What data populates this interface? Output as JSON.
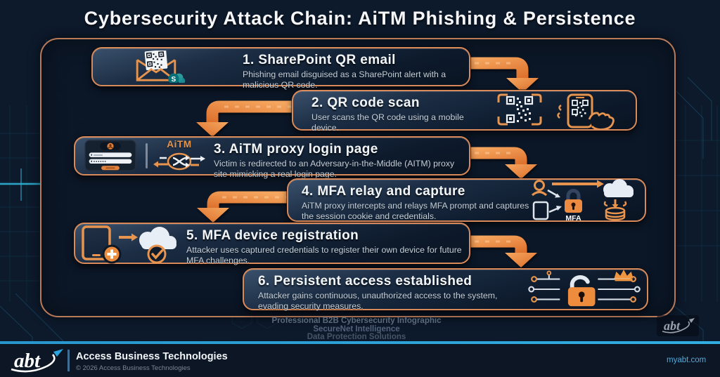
{
  "title": "Cybersecurity Attack Chain: AiTM Phishing & Persistence",
  "steps": [
    {
      "heading": "1. SharePoint QR email",
      "description": "Phishing email disguised as a SharePoint alert with a malicious QR code."
    },
    {
      "heading": "2. QR code scan",
      "description": "User scans the QR code using a mobile device."
    },
    {
      "heading": "3. AiTM proxy login page",
      "description": "Victim is redirected to an Adversary-in-the-Middle (AITM) proxy site mimicking a real login page."
    },
    {
      "heading": "4. MFA relay and capture",
      "description": "AiTM proxy intercepts and relays MFA prompt and captures the session cookie and credentials."
    },
    {
      "heading": "5. MFA device registration",
      "description": "Attacker uses captured credentials to register their own device for future MFA challenges."
    },
    {
      "heading": "6. Persistent access established",
      "description": "Attacker gains continuous, unauthorized access to the system, evading security measures."
    }
  ],
  "icon_labels": {
    "aitm": "AiTM",
    "mfa": "MFA",
    "sharepoint_letter": "S"
  },
  "footer": {
    "line1": "Professional B2B Cybersecurity Infographic",
    "line2": "SecureNet Intelligence",
    "line3": "Data Protection Solutions",
    "watermark_logo": "abt"
  },
  "brand": {
    "logo_text": "abt",
    "company": "Access Business Technologies",
    "copyright": "© 2026 Access Business Technologies",
    "website": "myabt.com"
  },
  "colors": {
    "accent_orange": "#e6944e",
    "frame_copper": "#b97a58",
    "background_navy": "#0d1a2c",
    "divider_blue": "#2ba3dc",
    "link_blue": "#55a9d9"
  }
}
